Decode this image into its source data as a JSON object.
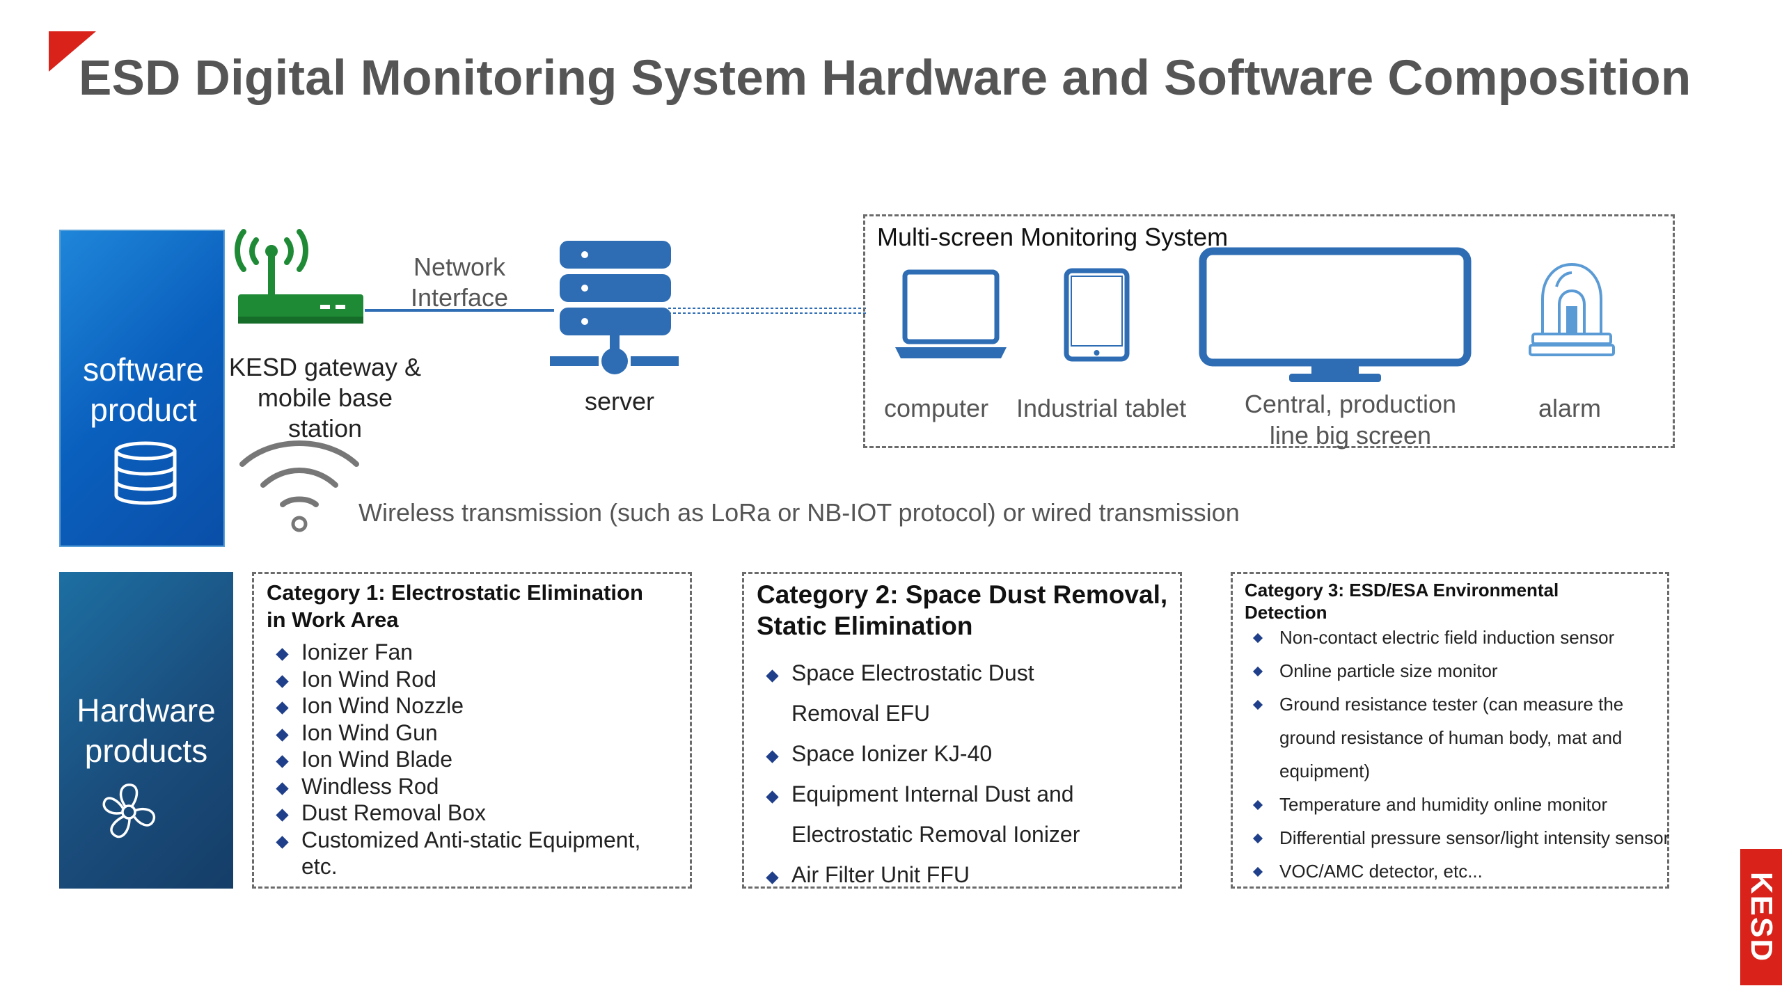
{
  "title": "ESD Digital Monitoring System Hardware and Software Composition",
  "colors": {
    "accent_red": "#d9221a",
    "software_blue": "#0a5fbd",
    "hardware_blue": "#1a4d7c",
    "device_blue": "#2e6db4",
    "gateway_green": "#1f8a36",
    "title_gray": "#555555"
  },
  "software_panel": {
    "label_line1": "software",
    "label_line2": "product",
    "icon": "database-icon"
  },
  "hardware_panel": {
    "label_line1": "Hardware",
    "label_line2": "products",
    "icon": "fan-icon"
  },
  "gateway": {
    "icon": "wireless-router-icon",
    "label_line1": "KESD gateway &",
    "label_line2": "mobile base",
    "label_line3": "station"
  },
  "network": {
    "label_line1": "Network",
    "label_line2": "Interface"
  },
  "server": {
    "icon": "server-icon",
    "label": "server"
  },
  "multi_screen": {
    "title": "Multi-screen Monitoring System",
    "devices": [
      {
        "icon": "laptop-icon",
        "label": "computer"
      },
      {
        "icon": "tablet-icon",
        "label": "Industrial tablet"
      },
      {
        "icon": "monitor-icon",
        "label_line1": "Central, production",
        "label_line2": "line big screen"
      },
      {
        "icon": "alarm-light-icon",
        "label": "alarm"
      }
    ]
  },
  "wireless": {
    "icon": "wifi-icon",
    "text": "Wireless transmission (such as LoRa or NB-IOT protocol) or wired transmission"
  },
  "categories": [
    {
      "title_line1": "Category 1: Electrostatic Elimination",
      "title_line2": "in Work Area",
      "items": [
        "Ionizer Fan",
        "Ion Wind Rod",
        "Ion Wind Nozzle",
        "Ion Wind Gun",
        "Ion Wind Blade",
        "Windless Rod",
        "Dust Removal Box",
        "Customized Anti-static Equipment,"
      ],
      "items_tail": "etc."
    },
    {
      "title_line1": "Category 2: Space Dust Removal,",
      "title_line2": "Static Elimination",
      "items": [
        {
          "line1": "Space Electrostatic Dust",
          "line2": "Removal EFU"
        },
        {
          "line1": "Space Ionizer KJ-40"
        },
        {
          "line1": "Equipment Internal Dust and",
          "line2": "Electrostatic Removal Ionizer"
        },
        {
          "line1": "Air Filter Unit FFU"
        }
      ]
    },
    {
      "title_line1": "Category 3: ESD/ESA Environmental",
      "title_line2": "Detection",
      "items": [
        {
          "line1": "Non-contact electric field induction sensor"
        },
        {
          "line1": "Online particle size monitor"
        },
        {
          "line1": "Ground resistance tester (can measure the",
          "line2": "ground resistance of human body, mat and",
          "line3": "equipment)"
        },
        {
          "line1": "Temperature and humidity online monitor"
        },
        {
          "line1": "Differential pressure sensor/light intensity sensor"
        },
        {
          "line1": "VOC/AMC detector, etc..."
        }
      ]
    }
  ],
  "logo": {
    "text": "KESD"
  }
}
